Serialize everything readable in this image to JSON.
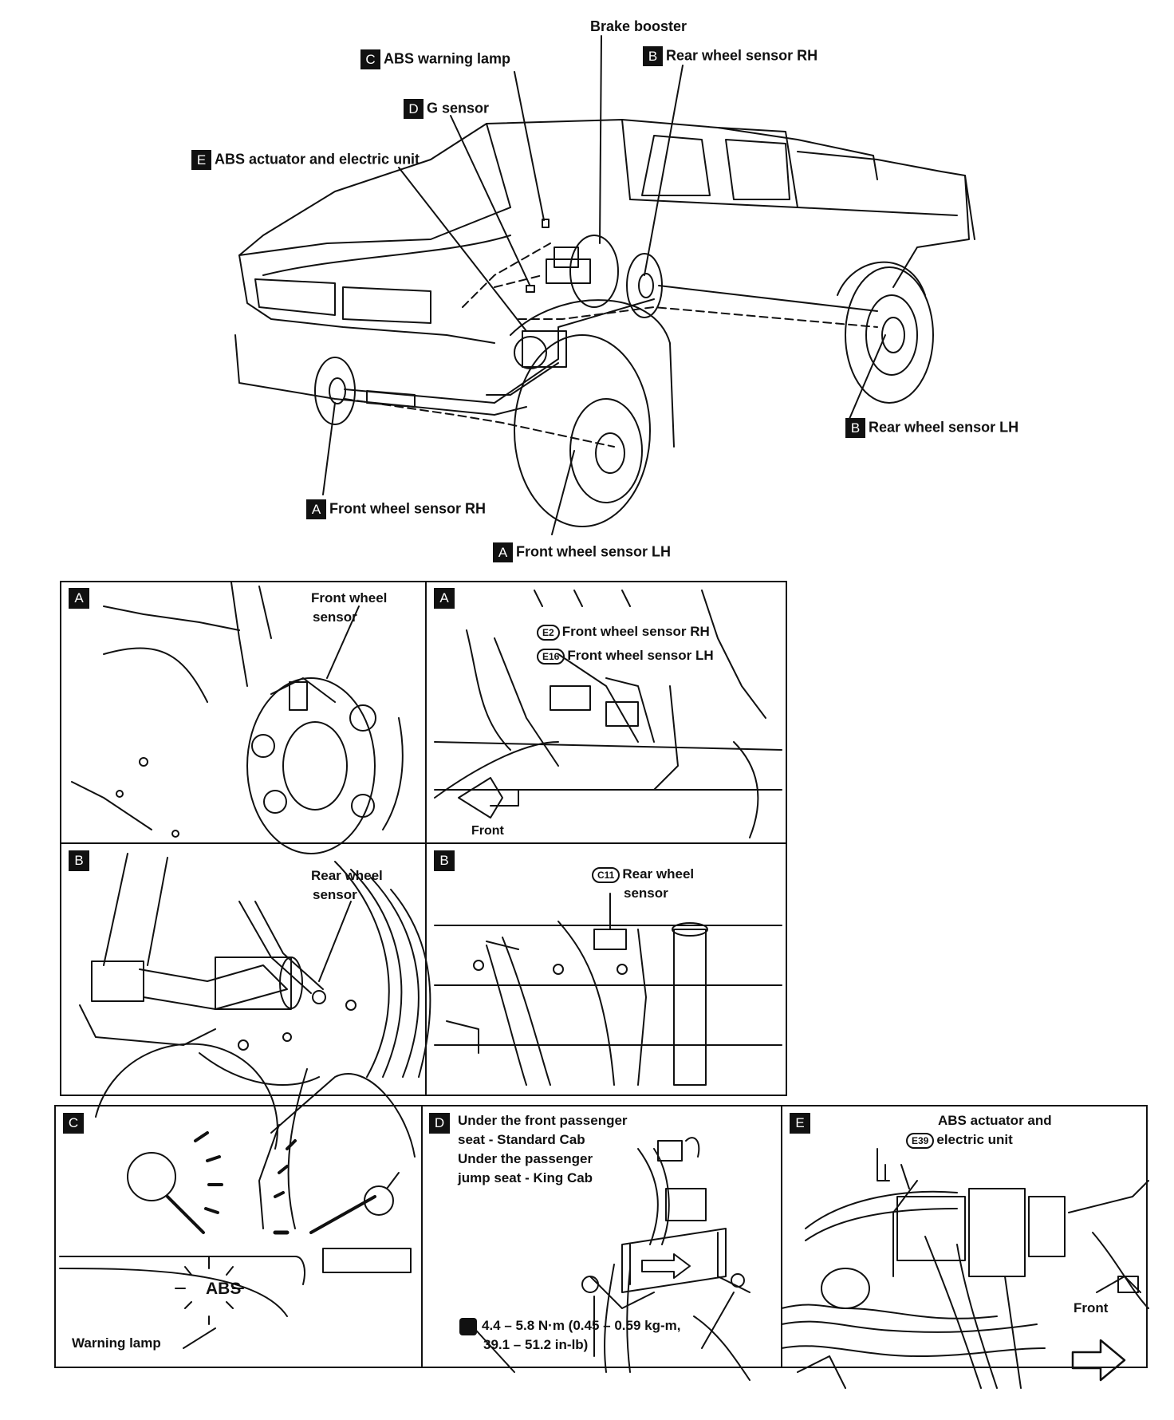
{
  "overview": {
    "brake_booster": "Brake booster",
    "abs_warning_lamp": {
      "tag": "C",
      "text": "ABS warning lamp"
    },
    "g_sensor": {
      "tag": "D",
      "text": "G sensor"
    },
    "abs_actuator": {
      "tag": "E",
      "text": "ABS actuator and electric unit"
    },
    "rear_wheel_sensor_rh": {
      "tag": "B",
      "text": "Rear wheel sensor RH"
    },
    "rear_wheel_sensor_lh": {
      "tag": "B",
      "text": "Rear wheel sensor LH"
    },
    "front_wheel_sensor_rh": {
      "tag": "A",
      "text": "Front wheel sensor RH"
    },
    "front_wheel_sensor_lh": {
      "tag": "A",
      "text": "Front wheel sensor LH"
    }
  },
  "panels": {
    "a1": {
      "tag": "A",
      "label_line1": "Front wheel",
      "label_line2": "sensor"
    },
    "a2": {
      "tag": "A",
      "conn1": "E2",
      "conn1_text": "Front wheel sensor RH",
      "conn2": "E16",
      "conn2_text": "Front wheel sensor LH",
      "front": "Front"
    },
    "b1": {
      "tag": "B",
      "label_line1": "Rear wheel",
      "label_line2": "sensor"
    },
    "b2": {
      "tag": "B",
      "conn": "C11",
      "label_line1": "Rear wheel",
      "label_line2": "sensor"
    },
    "c": {
      "tag": "C",
      "abs": "ABS",
      "warning_lamp": "Warning lamp"
    },
    "d": {
      "tag": "D",
      "line1": "Under the front passenger",
      "line2": "seat - Standard Cab",
      "line3": "Under the passenger",
      "line4": "jump seat - King Cab",
      "torque1": "4.4 – 5.8 N·m (0.45 – 0.59 kg-m,",
      "torque2": "39.1 – 51.2 in-lb)"
    },
    "e": {
      "tag": "E",
      "conn": "E39",
      "line1": "ABS actuator and",
      "line2": "electric unit",
      "front": "Front"
    }
  }
}
